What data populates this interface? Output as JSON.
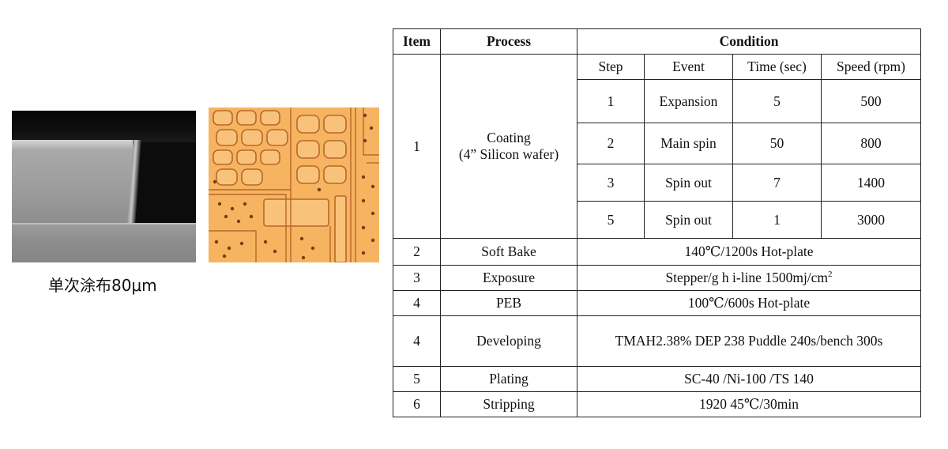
{
  "left_panel": {
    "sem_caption": "单次涂布80μm"
  },
  "table": {
    "headers": {
      "item": "Item",
      "process": "Process",
      "condition": "Condition"
    },
    "sub_headers": {
      "step": "Step",
      "event": "Event",
      "time": "Time (sec)",
      "speed": "Speed (rpm)"
    },
    "coating": {
      "item": "1",
      "process_line1": "Coating",
      "process_line2": "(4” Silicon wafer)",
      "steps": [
        {
          "step": "1",
          "event": "Expansion",
          "time": "5",
          "speed": "500"
        },
        {
          "step": "2",
          "event": "Main spin",
          "time": "50",
          "speed": "800"
        },
        {
          "step": "3",
          "event": "Spin out",
          "time": "7",
          "speed": "1400"
        },
        {
          "step": "5",
          "event": "Spin out",
          "time": "1",
          "speed": "3000"
        }
      ]
    },
    "rows": [
      {
        "item": "2",
        "process": "Soft Bake",
        "condition": "140℃/1200s  Hot-plate"
      },
      {
        "item": "3",
        "process": "Exposure",
        "condition": "Stepper/g h i-line  1500mj/cm",
        "condition_sup": "2"
      },
      {
        "item": "4",
        "process": "PEB",
        "condition": "100℃/600s  Hot-plate"
      },
      {
        "item": "4",
        "process": "Developing",
        "condition": "TMAH2.38%  DEP 238 Puddle 240s/bench 300s"
      },
      {
        "item": "5",
        "process": "Plating",
        "condition": "SC-40 /Ni-100 /TS 140"
      },
      {
        "item": "6",
        "process": "Stripping",
        "condition": "1920 45℃/30min"
      }
    ]
  }
}
